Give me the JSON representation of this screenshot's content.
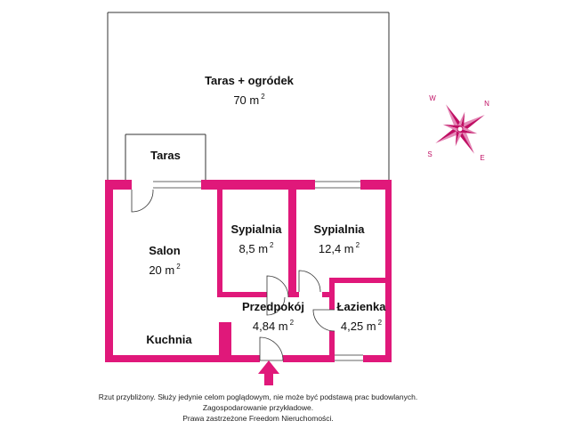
{
  "rooms": {
    "terrace_garden": {
      "name": "Taras + ogródek",
      "area": "70 m",
      "sup": "2"
    },
    "terrace": {
      "name": "Taras"
    },
    "bedroom1": {
      "name": "Sypialnia",
      "area": "8,5 m",
      "sup": "2"
    },
    "bedroom2": {
      "name": "Sypialnia",
      "area": "12,4 m",
      "sup": "2"
    },
    "living_room": {
      "name": "Salon",
      "area": "20 m",
      "sup": "2"
    },
    "hallway": {
      "name": "Przedpokój",
      "area": "4,84 m",
      "sup": "2"
    },
    "bathroom": {
      "name": "Łazienka",
      "area": "4,25 m",
      "sup": "2"
    },
    "kitchen": {
      "name": "Kuchnia"
    }
  },
  "compass": {
    "n": "N",
    "e": "E",
    "s": "S",
    "w": "W"
  },
  "footer": {
    "line1": "Rzut przybliżony. Służy jedynie celom poglądowym, nie może być podstawą prac budowlanych.",
    "line2": "Zagospodarowanie przykładowe.",
    "line3": "Prawa zastrzeżone Freedom Nieruchomości."
  },
  "colors": {
    "wall": "#e0187a",
    "line": "#333333",
    "compass": "#c01064"
  }
}
